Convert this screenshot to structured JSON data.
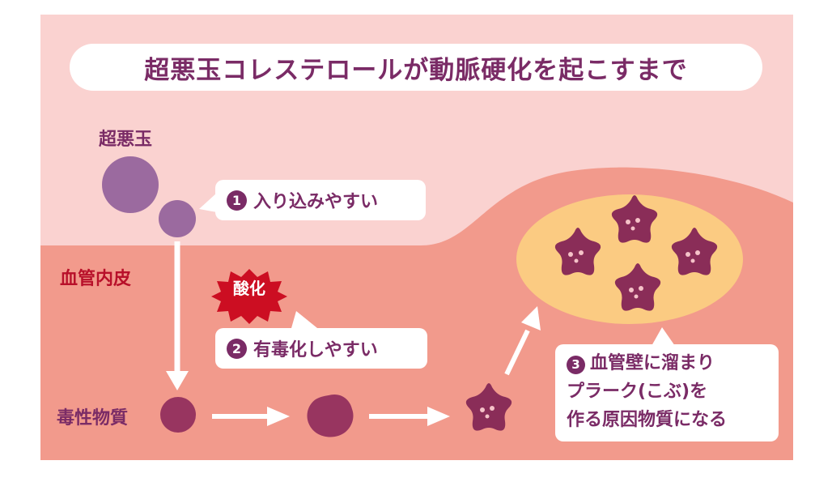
{
  "title": "超悪玉コレステロールが動脈硬化を起こすまで",
  "labels": {
    "super_bad": "超悪玉",
    "endothelium": "血管内皮",
    "toxic": "毒性物質",
    "oxidation": "酸化"
  },
  "callouts": [
    {
      "number": "1",
      "text": "入り込みやすい"
    },
    {
      "number": "2",
      "text": "有毒化しやすい"
    },
    {
      "number": "3",
      "lines": [
        "血管壁に溜まり",
        "プラーク(こぶ)を",
        "作る原因物質になる"
      ]
    }
  ],
  "colors": {
    "upper_bg": "#fad2d0",
    "vessel": "#f29a8c",
    "plaque": "#fbcb82",
    "ldl_light": "#9b6a9f",
    "particle_dark": "#983560",
    "star": "#8a2d58",
    "oxidation_burst": "#cc0e22",
    "text": "#7a2b66",
    "arrow": "#ffffff"
  }
}
